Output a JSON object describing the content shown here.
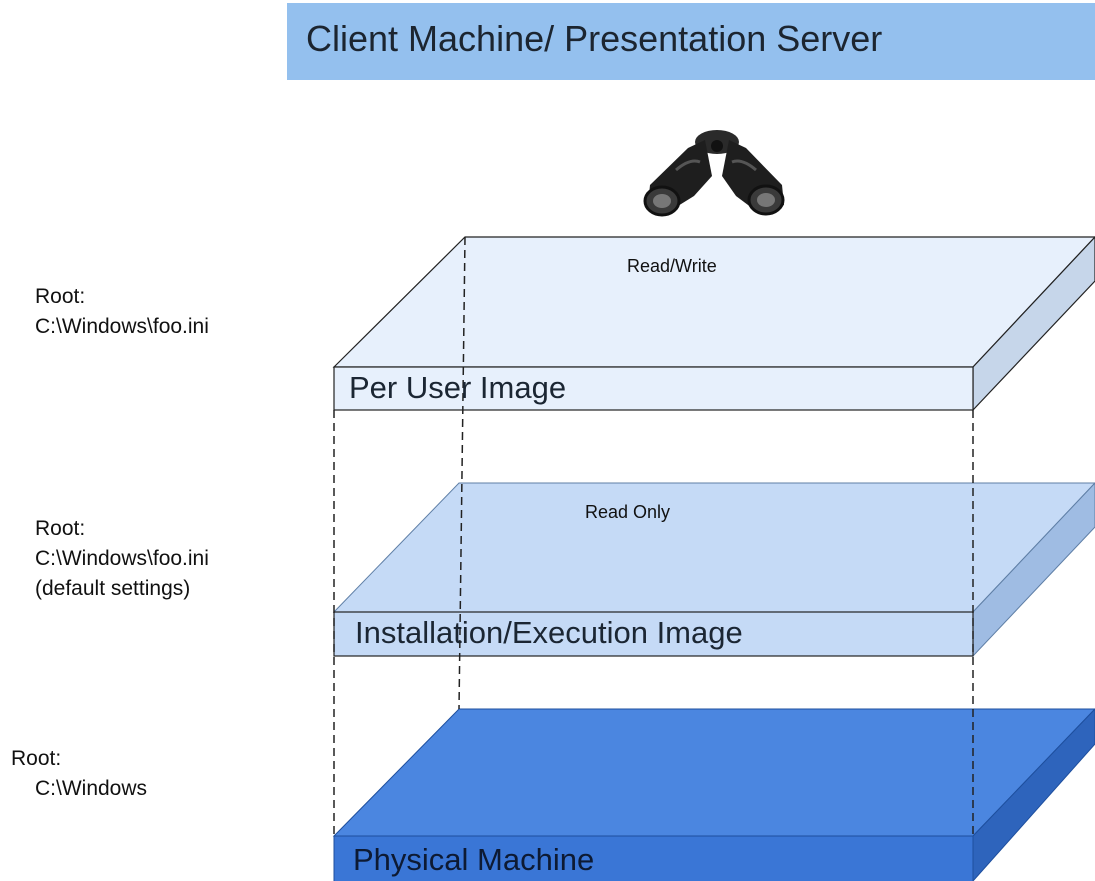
{
  "title": "Client Machine/ Presentation Server",
  "layers": [
    {
      "name": "Per User Image",
      "access": "Read/Write",
      "root_heading": "Root:",
      "root_lines": [
        "C:\\Windows\\foo.ini"
      ],
      "colors": {
        "top": "#e7f0fc",
        "front": "#e7f0fc",
        "side": "#c6d6ea"
      }
    },
    {
      "name": "Installation/Execution Image",
      "access": "Read Only",
      "root_heading": "Root:",
      "root_lines": [
        "C:\\Windows\\foo.ini",
        "(default settings)"
      ],
      "colors": {
        "top": "#c5daf6",
        "front": "#c5daf6",
        "side": "#9fbce3"
      }
    },
    {
      "name": "Physical Machine",
      "access": "",
      "root_heading": "Root:",
      "root_lines": [
        "C:\\Windows"
      ],
      "colors": {
        "top": "#4b86e0",
        "front": "#3a76d6",
        "side": "#2e64bc"
      }
    }
  ],
  "icon": "binoculars-icon"
}
